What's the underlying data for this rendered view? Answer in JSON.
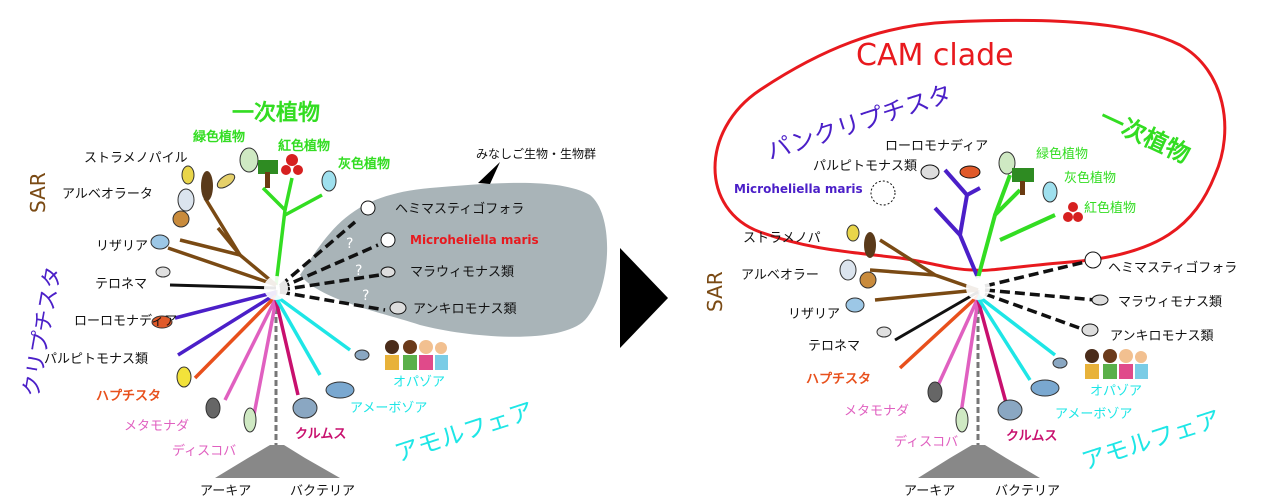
{
  "left_tree": {
    "labels": {
      "primary_plants": "一次植物",
      "green_plants": "緑色植物",
      "red_plants": "紅色植物",
      "glaucophytes": "灰色植物",
      "stramenopiles": "ストラメノパイル",
      "alveolates": "アルベオラータ",
      "sar": "SAR",
      "rhizaria": "リザリア",
      "telonema": "テロネマ",
      "cryptista": "クリプチスタ",
      "rhodelphis": "ローロモナディア",
      "picozoa": "パルピトモナス類",
      "haptista": "ハプチスタ",
      "metamonada": "メタモナダ",
      "discoba": "ディスコバ",
      "crumus": "クルムス",
      "amoebozoa": "アメーボゾア",
      "opisthokonta": "オパゾア",
      "amorphea": "アモルフェア",
      "archaea": "アーキア",
      "bacteria": "バクテリア"
    },
    "orphans": {
      "callout": "みなしご生物・生物群",
      "hemimastigophora": "ヘミマスティゴフォラ",
      "microheliella": "Microheliella maris",
      "malawimonas": "マラウィモナス類",
      "ancyromonas": "アンキロモナス類",
      "question_mark": "?"
    }
  },
  "right_tree": {
    "clade_title": "CAM clade",
    "labels": {
      "pancryptista": "パンクリプチスタ",
      "primary_plants": "一次植物",
      "rhodelphis": "ローロモナディア",
      "picozoa": "パルピトモナス類",
      "microheliella": "Microheliella maris",
      "green_plants": "緑色植物",
      "glaucophytes": "灰色植物",
      "red_plants": "紅色植物",
      "stramenopiles": "ストラメノパ",
      "alveolates": "アルベオラー",
      "sar": "SAR",
      "rhizaria": "リザリア",
      "telonema": "テロネマ",
      "haptista": "ハプチスタ",
      "metamonada": "メタモナダ",
      "discoba": "ディスコバ",
      "crumus": "クルムス",
      "amoebozoa": "アメーボゾア",
      "opisthokonta": "オパゾア",
      "amorphea": "アモルフェア",
      "hemimastigophora": "ヘミマスティゴフォラ",
      "malawimonas": "マラウィモナス類",
      "ancyromonas": "アンキロモナス類",
      "archaea": "アーキア",
      "bacteria": "バクテリア"
    }
  },
  "colors": {
    "plants": "#33dd22",
    "sar": "#7a4a14",
    "cryptista": "#4b1fc8",
    "haptista": "#e8501c",
    "excavates": "#e060c0",
    "crumus": "#c8106e",
    "amorphea": "#1ee6e6",
    "cam_outline": "#e8191e",
    "microheliella": "#e8191e",
    "gray_blob": "#a9b4b8"
  }
}
